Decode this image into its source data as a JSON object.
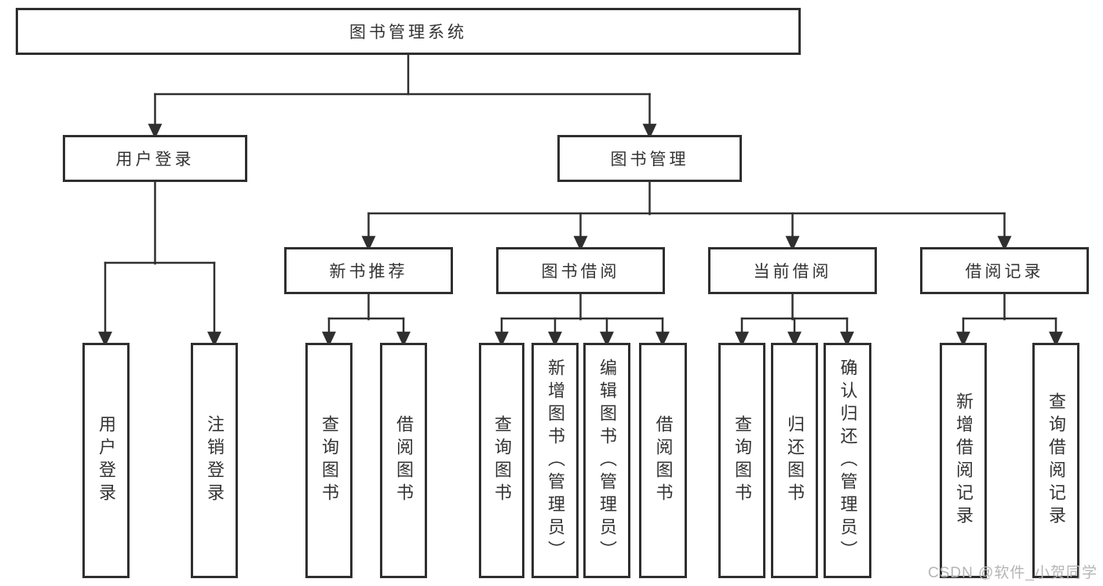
{
  "diagram": {
    "title": "图书管理系统",
    "tree": {
      "root": {
        "label": "图书管理系统",
        "children": [
          {
            "label": "用户登录",
            "children": [
              {
                "label": "用户登录"
              },
              {
                "label": "注销登录"
              }
            ]
          },
          {
            "label": "图书管理",
            "children": [
              {
                "label": "新书推荐",
                "children": [
                  {
                    "label": "查询图书"
                  },
                  {
                    "label": "借阅图书"
                  }
                ]
              },
              {
                "label": "图书借阅",
                "children": [
                  {
                    "label": "查询图书"
                  },
                  {
                    "label": "新增图书（管理员）"
                  },
                  {
                    "label": "编辑图书（管理员）"
                  },
                  {
                    "label": "借阅图书"
                  }
                ]
              },
              {
                "label": "当前借阅",
                "children": [
                  {
                    "label": "查询图书"
                  },
                  {
                    "label": "归还图书"
                  },
                  {
                    "label": "确认归还（管理员）"
                  }
                ]
              },
              {
                "label": "借阅记录",
                "children": [
                  {
                    "label": "新增借阅记录"
                  },
                  {
                    "label": "查询借阅记录"
                  }
                ]
              }
            ]
          }
        ]
      }
    },
    "line_color": "#2f2f2f"
  },
  "watermark": {
    "text": "CSDN @软件_小贺同学"
  }
}
